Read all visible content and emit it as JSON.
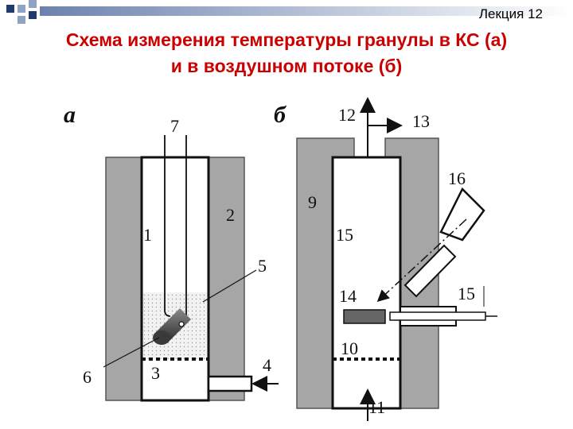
{
  "header": {
    "lecture": "Лекция 12",
    "title_line1": "Схема измерения температуры гранулы в КС (а)",
    "title_line2": "и в воздушном потоке (б)"
  },
  "diagram_a": {
    "letter": "а",
    "labels": {
      "n1": "1",
      "n2": "2",
      "n3": "3",
      "n4": "4",
      "n5": "5",
      "n6": "6",
      "n7": "7"
    }
  },
  "diagram_b": {
    "letter": "б",
    "labels": {
      "n9": "9",
      "n10": "10",
      "n11": "11",
      "n12": "12",
      "n13": "13",
      "n14": "14",
      "n15a": "15",
      "n15b": "15",
      "n16": "16"
    }
  },
  "colors": {
    "title": "#cc0000",
    "wall": "#a6a6a6",
    "deco_dark": "#1f3a6e",
    "deco_light": "#8fa3c4"
  }
}
